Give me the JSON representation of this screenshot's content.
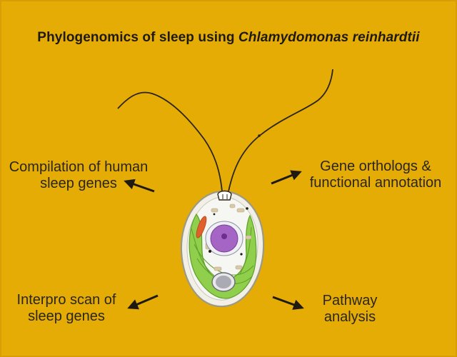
{
  "title": {
    "prefix": "Phylogenomics of sleep using ",
    "species": "Chlamydomonas reinhardtii"
  },
  "labels": {
    "compilation": [
      "Compilation of human",
      "sleep genes"
    ],
    "orthologs": [
      "Gene orthologs &",
      "functional annotation"
    ],
    "interpro": [
      "Interpro scan of",
      "sleep genes"
    ],
    "pathway": [
      "Pathway",
      "analysis"
    ]
  },
  "colors": {
    "background": "#e5ac06",
    "nucleus": "#a565c4",
    "chloroplast": "#8fcf4c",
    "eyespot": "#e0602c"
  }
}
